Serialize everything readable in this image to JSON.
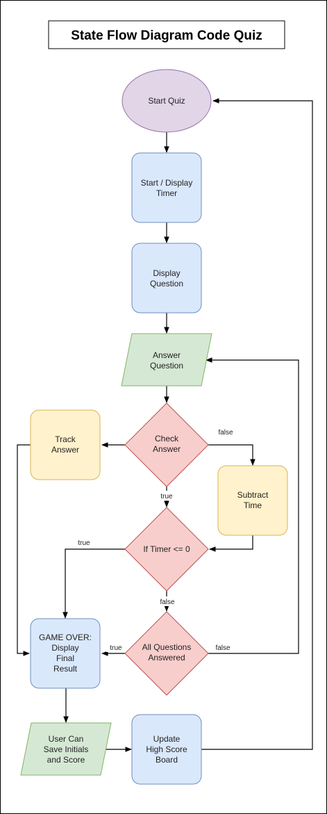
{
  "title": "State Flow Diagram Code Quiz",
  "colors": {
    "purple_fill": "#e1d5e7",
    "purple_stroke": "#9673a6",
    "blue_fill": "#dae8fc",
    "blue_stroke": "#6c8ebf",
    "green_fill": "#d5e8d4",
    "green_stroke": "#82b366",
    "yellow_fill": "#fff2cc",
    "yellow_stroke": "#d6b656",
    "red_fill": "#f8cecc",
    "red_stroke": "#b85450"
  },
  "nodes": {
    "start_quiz": [
      "Start Quiz"
    ],
    "start_timer": [
      "Start / Display",
      "Timer"
    ],
    "display_question": [
      "Display",
      "Question"
    ],
    "answer_question": [
      "Answer",
      "Question"
    ],
    "check_answer": [
      "Check",
      "Answer"
    ],
    "track_answer": [
      "Track",
      "Answer"
    ],
    "subtract_time": [
      "Subtract",
      "Time"
    ],
    "timer_check": [
      "If Timer <= 0"
    ],
    "all_answered": [
      "All Questions",
      "Answered"
    ],
    "game_over": [
      "GAME OVER:",
      "Display",
      "Final",
      "Result"
    ],
    "save_initials": [
      "User Can",
      "Save Initials",
      "and Score"
    ],
    "update_board": [
      "Update",
      "High Score",
      "Board"
    ]
  },
  "edge_labels": {
    "check_false": "false",
    "check_true": "true",
    "timer_true": "true",
    "timer_false": "false",
    "answered_true": "true",
    "answered_false": "false"
  }
}
